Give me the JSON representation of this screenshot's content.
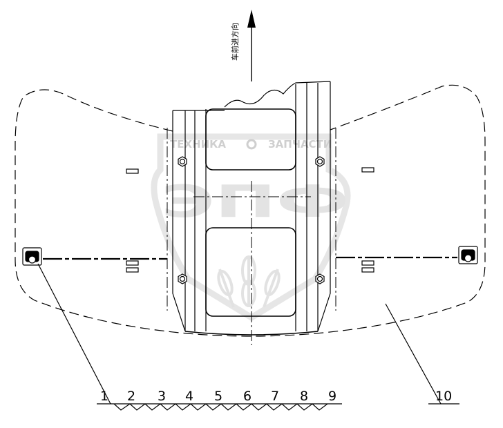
{
  "direction_label": "车前进方向",
  "watermark": {
    "top_left": "ТЕХНИКА",
    "top_right": "ЗАПЧАСТИ",
    "logo": "ЭПФ"
  },
  "part_labels": [
    "1",
    "2",
    "3",
    "4",
    "5",
    "6",
    "7",
    "8",
    "9",
    "10"
  ]
}
